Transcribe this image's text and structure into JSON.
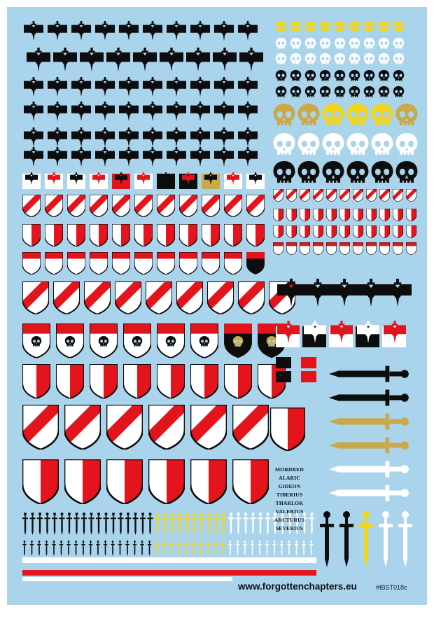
{
  "sheet": {
    "website": "www.forgottenchapters.eu",
    "product_code": "#IBST018c"
  },
  "names": [
    "MORDRED",
    "ALARIC",
    "GIDEON",
    "TIBERIUS",
    "THARLOK",
    "VALERIUS",
    "ARCTURUS",
    "SEVERIUS"
  ],
  "colors": {
    "background": "#a9d4ec",
    "red": "#e3141b",
    "black": "#0d0d0d",
    "white": "#ffffff",
    "gold": "#c9a94a",
    "yellow": "#f2d51a"
  },
  "icons": [
    "book-with-sword-icon",
    "skull-icon",
    "heraldic-shield-icon",
    "sword-icon",
    "dagger-icon",
    "chevron-border-icon"
  ]
}
